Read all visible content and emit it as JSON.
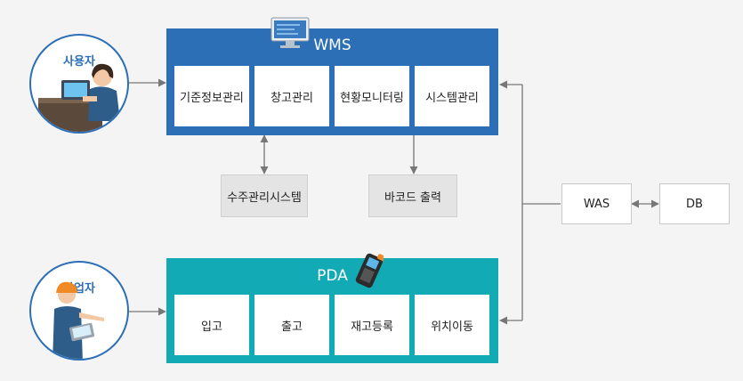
{
  "wms": {
    "title": "WMS",
    "icon": "monitor-icon",
    "modules": [
      "기준정보관리",
      "창고관리",
      "현황모니터링",
      "시스템관리"
    ]
  },
  "pda": {
    "title": "PDA",
    "icon": "handheld-scanner-icon",
    "modules": [
      "입고",
      "출고",
      "재고등록",
      "위치이동"
    ]
  },
  "external": {
    "order_system": "수주관리시스템",
    "barcode_output": "바코드 출력"
  },
  "server": {
    "was": "WAS",
    "db": "DB"
  },
  "actors": {
    "user": "사용자",
    "worker": "작업자"
  },
  "colors": {
    "wms": "#2c6fb6",
    "pda": "#12aab4",
    "circle_border": "#2c6fb6",
    "connector": "#777777"
  }
}
